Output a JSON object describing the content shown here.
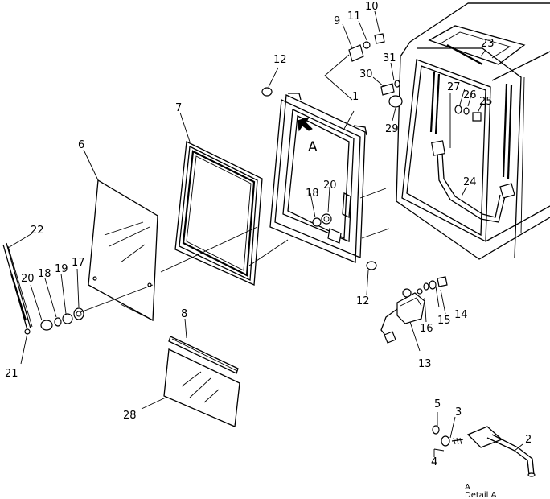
{
  "diagram": {
    "callouts": [
      {
        "id": "c1",
        "text": "1"
      },
      {
        "id": "c2",
        "text": "2"
      },
      {
        "id": "c3",
        "text": "3"
      },
      {
        "id": "c4",
        "text": "4"
      },
      {
        "id": "c5",
        "text": "5"
      },
      {
        "id": "c6",
        "text": "6"
      },
      {
        "id": "c7",
        "text": "7"
      },
      {
        "id": "c8",
        "text": "8"
      },
      {
        "id": "c9",
        "text": "9"
      },
      {
        "id": "c10",
        "text": "10"
      },
      {
        "id": "c11",
        "text": "11"
      },
      {
        "id": "c12a",
        "text": "12"
      },
      {
        "id": "c12b",
        "text": "12"
      },
      {
        "id": "c13",
        "text": "13"
      },
      {
        "id": "c14",
        "text": "14"
      },
      {
        "id": "c15",
        "text": "15"
      },
      {
        "id": "c16",
        "text": "16"
      },
      {
        "id": "c17",
        "text": "17"
      },
      {
        "id": "c18a",
        "text": "18"
      },
      {
        "id": "c18b",
        "text": "18"
      },
      {
        "id": "c19",
        "text": "19"
      },
      {
        "id": "c20a",
        "text": "20"
      },
      {
        "id": "c20b",
        "text": "20"
      },
      {
        "id": "c21",
        "text": "21"
      },
      {
        "id": "c22",
        "text": "22"
      },
      {
        "id": "c23",
        "text": "23"
      },
      {
        "id": "c24",
        "text": "24"
      },
      {
        "id": "c25",
        "text": "25"
      },
      {
        "id": "c26",
        "text": "26"
      },
      {
        "id": "c27",
        "text": "27"
      },
      {
        "id": "c28",
        "text": "28"
      },
      {
        "id": "c29",
        "text": "29"
      },
      {
        "id": "c30",
        "text": "30"
      },
      {
        "id": "c31",
        "text": "31"
      }
    ],
    "view_marker": "A",
    "detail_caption_top": "A     ",
    "detail_caption_bottom": "Detail A"
  }
}
